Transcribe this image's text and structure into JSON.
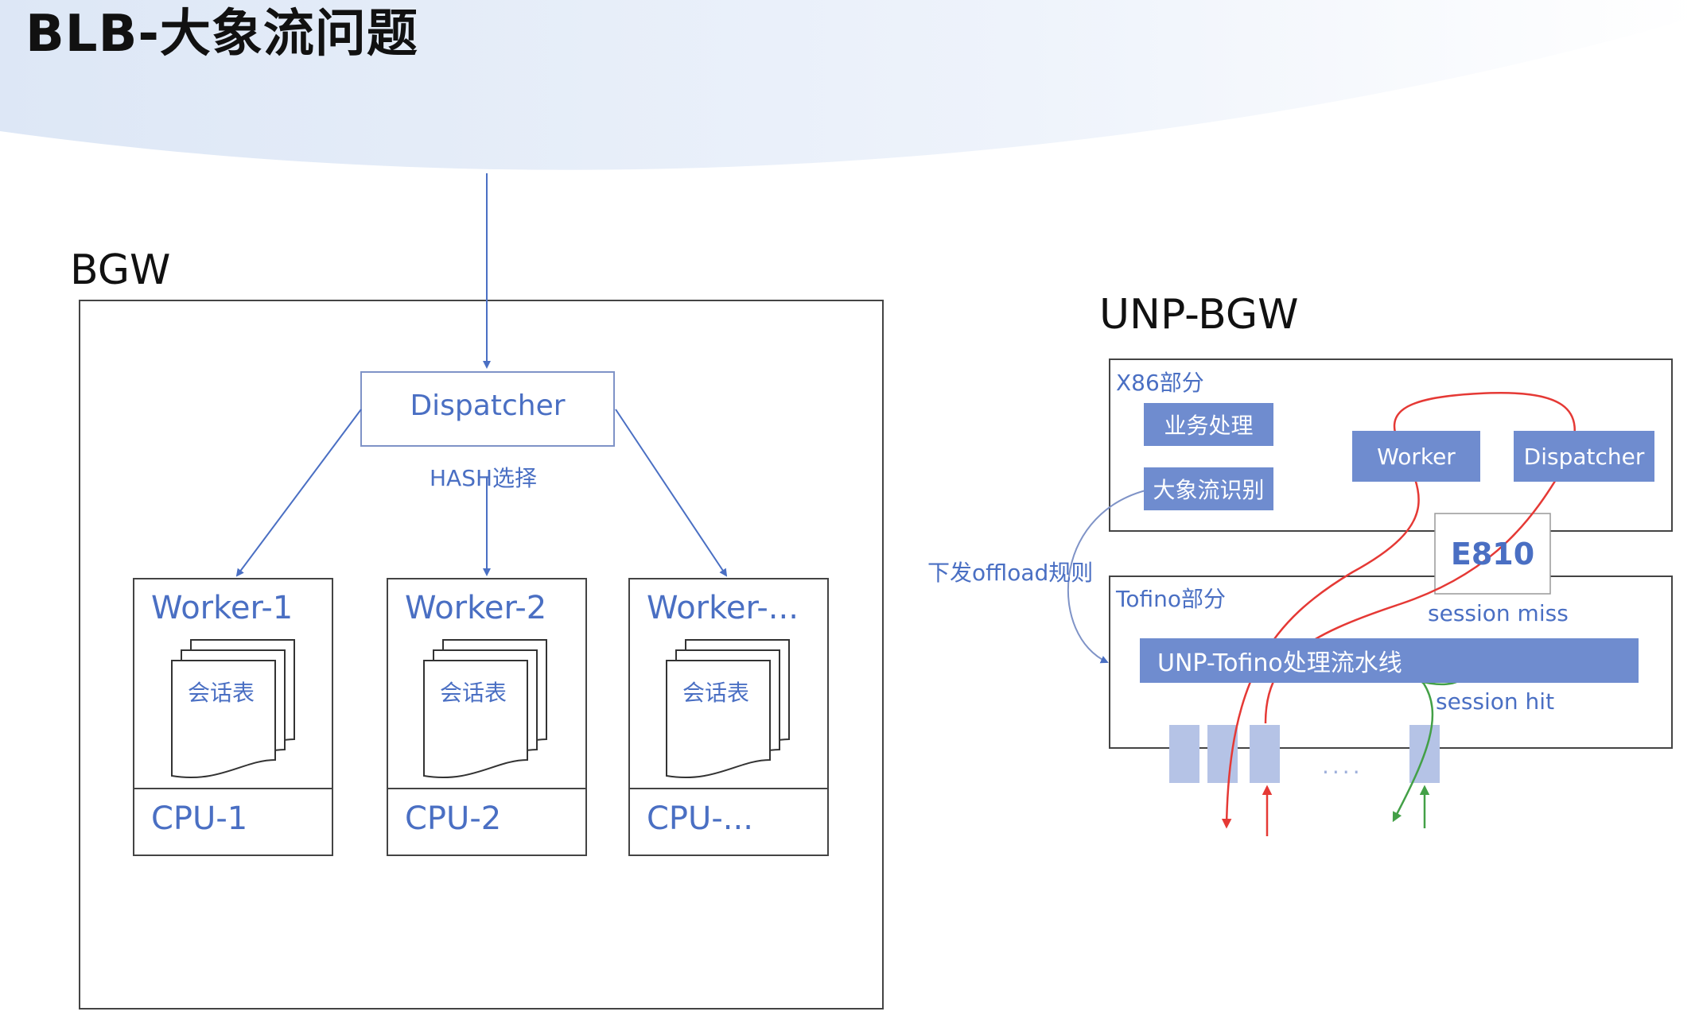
{
  "title": "BLB-大象流问题",
  "bgw": {
    "label": "BGW",
    "dispatcher": "Dispatcher",
    "hash": "HASH选择",
    "workers": [
      {
        "name": "Worker-1",
        "table": "会话表",
        "cpu": "CPU-1"
      },
      {
        "name": "Worker-2",
        "table": "会话表",
        "cpu": "CPU-2"
      },
      {
        "name": "Worker-...",
        "table": "会话表",
        "cpu": "CPU-..."
      }
    ]
  },
  "unp": {
    "label": "UNP-BGW",
    "x86": "X86部分",
    "business": "业务处理",
    "elephant": "大象流识别",
    "worker": "Worker",
    "dispatcher": "Dispatcher",
    "e810": "E810",
    "offload": "下发offload规则",
    "tofino": "Tofino部分",
    "session_miss": "session miss",
    "pipeline": "UNP-Tofino处理流水线",
    "session_hit": "session hit",
    "dots": "....",
    "colors": {
      "miss": "#e53935",
      "hit": "#43a047",
      "accent": "#6f8ccf"
    }
  }
}
